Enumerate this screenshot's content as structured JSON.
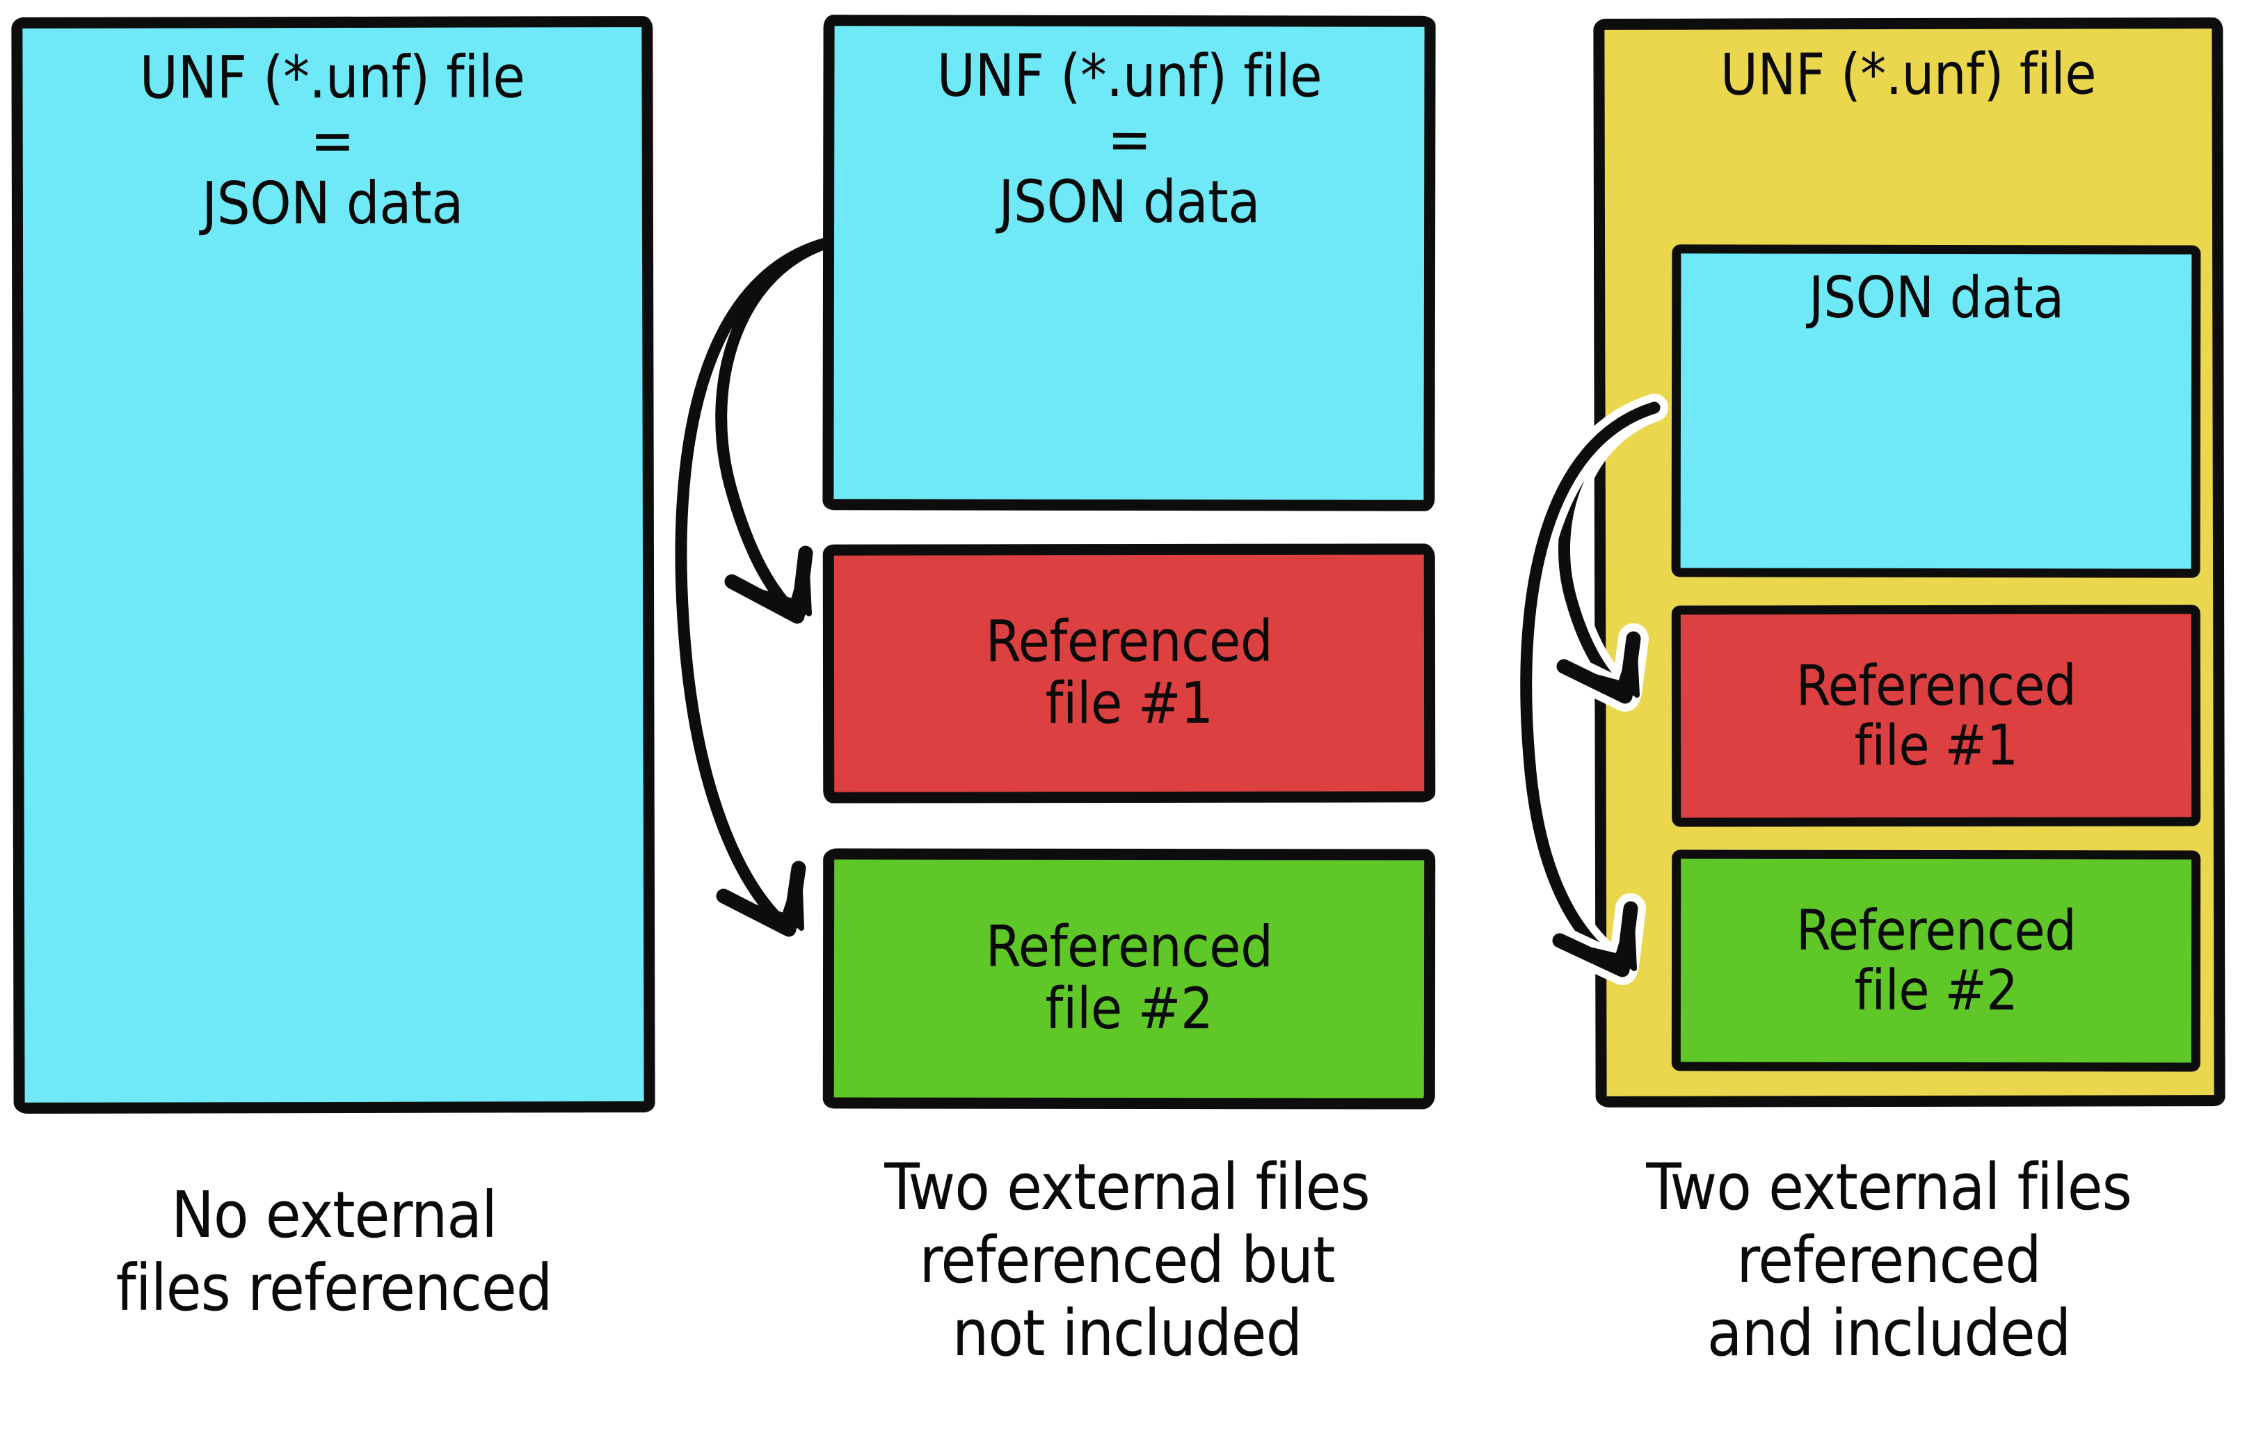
{
  "figure": {
    "title": "UNF file external-reference variants",
    "background": "#ffffff",
    "colors": {
      "blue_json": "#6fe9f7",
      "red_ref1": "#dd4040",
      "green_ref2": "#5fc728",
      "yellow_container": "#ebd74e",
      "stroke": "#0d0d0d",
      "text": "#0a0a0a"
    }
  },
  "columns": [
    {
      "id": "col1",
      "caption": "No external\nfiles referenced",
      "boxes": [
        {
          "name": "unf-file-box",
          "label": "UNF (*.unf) file\n=\nJSON data",
          "color": "#6fe9f7"
        }
      ],
      "arrows": 0
    },
    {
      "id": "col2",
      "caption": "Two external files\nreferenced but\nnot included",
      "boxes": [
        {
          "name": "unf-file-box",
          "label": "UNF (*.unf) file\n=\nJSON data",
          "color": "#6fe9f7"
        },
        {
          "name": "referenced-file-1-box",
          "label": "Referenced\nfile #1",
          "color": "#dd4040"
        },
        {
          "name": "referenced-file-2-box",
          "label": "Referenced\nfile #2",
          "color": "#5fc728"
        }
      ],
      "arrows": 2
    },
    {
      "id": "col3",
      "caption": "Two external files\nreferenced\nand included",
      "boxes": [
        {
          "name": "unf-file-container",
          "label": "UNF (*.unf) file",
          "color": "#ebd74e"
        },
        {
          "name": "json-data-box",
          "label": "JSON data",
          "color": "#6fe9f7"
        },
        {
          "name": "referenced-file-1-box",
          "label": "Referenced\nfile #1",
          "color": "#dd4040"
        },
        {
          "name": "referenced-file-2-box",
          "label": "Referenced\nfile #2",
          "color": "#5fc728"
        }
      ],
      "arrows": 2
    }
  ],
  "labels": {
    "unf_json_combined": "UNF (*.unf) file\n=\nJSON data",
    "unf_file_only": "UNF (*.unf) file",
    "json_data": "JSON data",
    "referenced_file_1": "Referenced\nfile #1",
    "referenced_file_2": "Referenced\nfile #2",
    "caption_col1": "No external\nfiles referenced",
    "caption_col2": "Two external files\nreferenced but\nnot included",
    "caption_col3": "Two external files\nreferenced\nand included"
  }
}
